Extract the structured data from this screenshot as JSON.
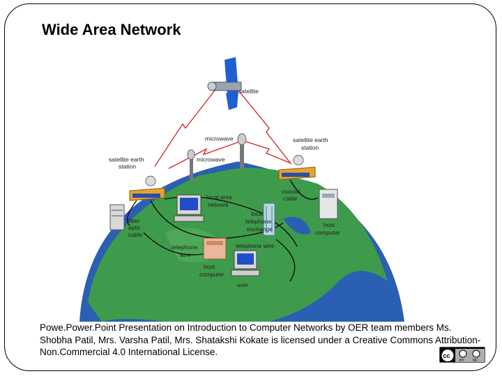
{
  "slide": {
    "title": "Wide Area Network",
    "bullet": "",
    "caption": "Powe.Power.Point Presentation on Introduction to Computer Networks by OER team members Ms. Shobha Patil,    Mrs. Varsha Patil, Mrs. Shatakshi Kokate is licensed under a Creative Commons Attribution-Non.Commercial 4.0 International License."
  },
  "diagram": {
    "labels": {
      "satellite": "satellite",
      "microwave_top": "microwave",
      "microwave_left": "microwave",
      "sat_earth_left": [
        "satellite earth",
        "station"
      ],
      "sat_earth_right": [
        "satellite earth",
        "station"
      ],
      "lan": [
        "local area",
        "network"
      ],
      "coaxial": [
        "coaxial",
        "cable"
      ],
      "fiber": [
        "fiber",
        "optic",
        "cable"
      ],
      "exchange": [
        "local",
        "telephone",
        "exchange"
      ],
      "host_right": [
        "host",
        "computer"
      ],
      "tel_wire_center": "telephone wire",
      "tel_wire_left": [
        "telephone",
        "wire"
      ],
      "host_bottom": [
        "host",
        "computer"
      ],
      "user": "user"
    }
  },
  "license_badge": {
    "icon_name": "cc-by-nc-icon",
    "cc_text": "cc",
    "by_text": "BY",
    "nc_text": "NC"
  },
  "colors": {
    "ocean": "#2b5fb3",
    "land": "#3e9b4b",
    "signal": "#d42020"
  }
}
